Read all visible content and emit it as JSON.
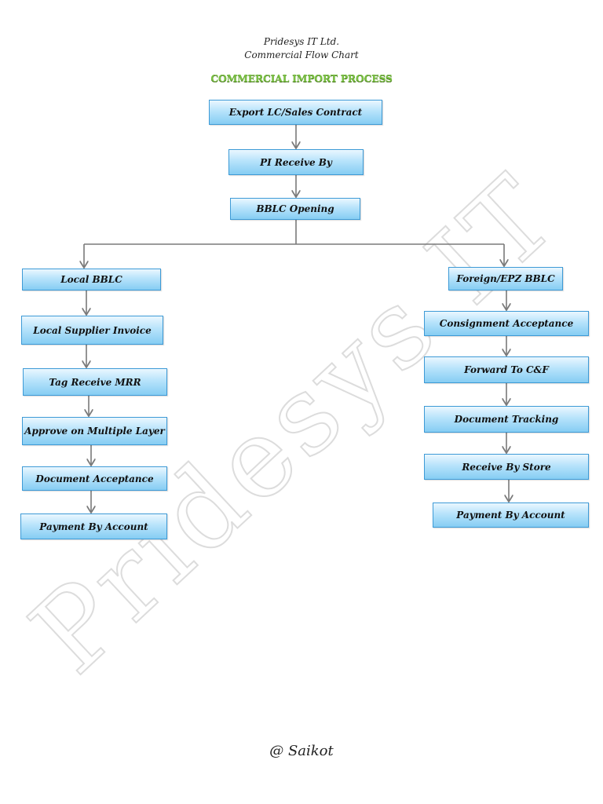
{
  "header": {
    "company": "Pridesys IT Ltd.",
    "subtitle": "Commercial Flow Chart",
    "process_title": "COMMERCIAL IMPORT PROCESS"
  },
  "flow": {
    "main": [
      "Export LC/Sales Contract",
      "PI Receive By",
      "BBLC Opening"
    ],
    "local": [
      "Local BBLC",
      "Local Supplier Invoice",
      "Tag Receive MRR",
      "Approve on Multiple Layer",
      "Document Acceptance",
      "Payment By Account"
    ],
    "foreign": [
      "Foreign/EPZ BBLC",
      "Consignment Acceptance",
      "Forward To C&F",
      "Document Tracking",
      "Receive By Store",
      "Payment By Account"
    ]
  },
  "watermark": "Pridesys IT",
  "footer": {
    "signature": "@ Saikot"
  },
  "colors": {
    "box_fill": "#b7e3fb",
    "box_border": "#3d9ad6",
    "title_green": "#7ac143",
    "arrow": "#7a7a7a"
  }
}
